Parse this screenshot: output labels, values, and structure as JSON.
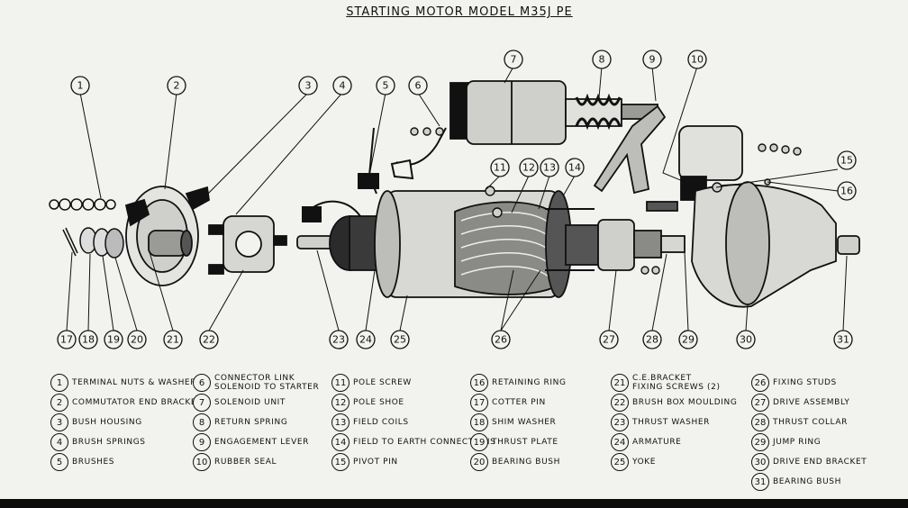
{
  "title": "STARTING MOTOR MODEL M35J PE",
  "callouts": [
    "1",
    "2",
    "3",
    "4",
    "5",
    "6",
    "7",
    "8",
    "9",
    "10",
    "11",
    "12",
    "13",
    "14",
    "15",
    "16",
    "17",
    "18",
    "19",
    "20",
    "21",
    "22",
    "23",
    "24",
    "25",
    "26",
    "27",
    "28",
    "29",
    "30",
    "31"
  ],
  "legend": [
    {
      "num": "1",
      "label": "TERMINAL NUTS & WASHERS"
    },
    {
      "num": "2",
      "label": "COMMUTATOR END BRACKET"
    },
    {
      "num": "3",
      "label": "BUSH HOUSING"
    },
    {
      "num": "4",
      "label": "BRUSH SPRINGS"
    },
    {
      "num": "5",
      "label": "BRUSHES"
    },
    {
      "num": "6",
      "label": "CONNECTOR LINK\nSOLENOID TO STARTER"
    },
    {
      "num": "7",
      "label": "SOLENOID UNIT"
    },
    {
      "num": "8",
      "label": "RETURN SPRING"
    },
    {
      "num": "9",
      "label": "ENGAGEMENT LEVER"
    },
    {
      "num": "10",
      "label": "RUBBER SEAL"
    },
    {
      "num": "11",
      "label": "POLE SCREW"
    },
    {
      "num": "12",
      "label": "POLE SHOE"
    },
    {
      "num": "13",
      "label": "FIELD COILS"
    },
    {
      "num": "14",
      "label": "FIELD TO EARTH CONNECTIONS"
    },
    {
      "num": "15",
      "label": "PIVOT PIN"
    },
    {
      "num": "16",
      "label": "RETAINING RING"
    },
    {
      "num": "17",
      "label": "COTTER PIN"
    },
    {
      "num": "18",
      "label": "SHIM WASHER"
    },
    {
      "num": "19",
      "label": "THRUST PLATE"
    },
    {
      "num": "20",
      "label": "BEARING BUSH"
    },
    {
      "num": "21",
      "label": "C.E.BRACKET\nFIXING SCREWS (2)"
    },
    {
      "num": "22",
      "label": "BRUSH BOX MOULDING"
    },
    {
      "num": "23",
      "label": "THRUST WASHER"
    },
    {
      "num": "24",
      "label": "ARMATURE"
    },
    {
      "num": "25",
      "label": "YOKE"
    },
    {
      "num": "26",
      "label": "FIXING STUDS"
    },
    {
      "num": "27",
      "label": "DRIVE ASSEMBLY"
    },
    {
      "num": "28",
      "label": "THRUST COLLAR"
    },
    {
      "num": "29",
      "label": "JUMP RING"
    },
    {
      "num": "30",
      "label": "DRIVE END BRACKET"
    },
    {
      "num": "31",
      "label": "BEARING BUSH"
    }
  ]
}
